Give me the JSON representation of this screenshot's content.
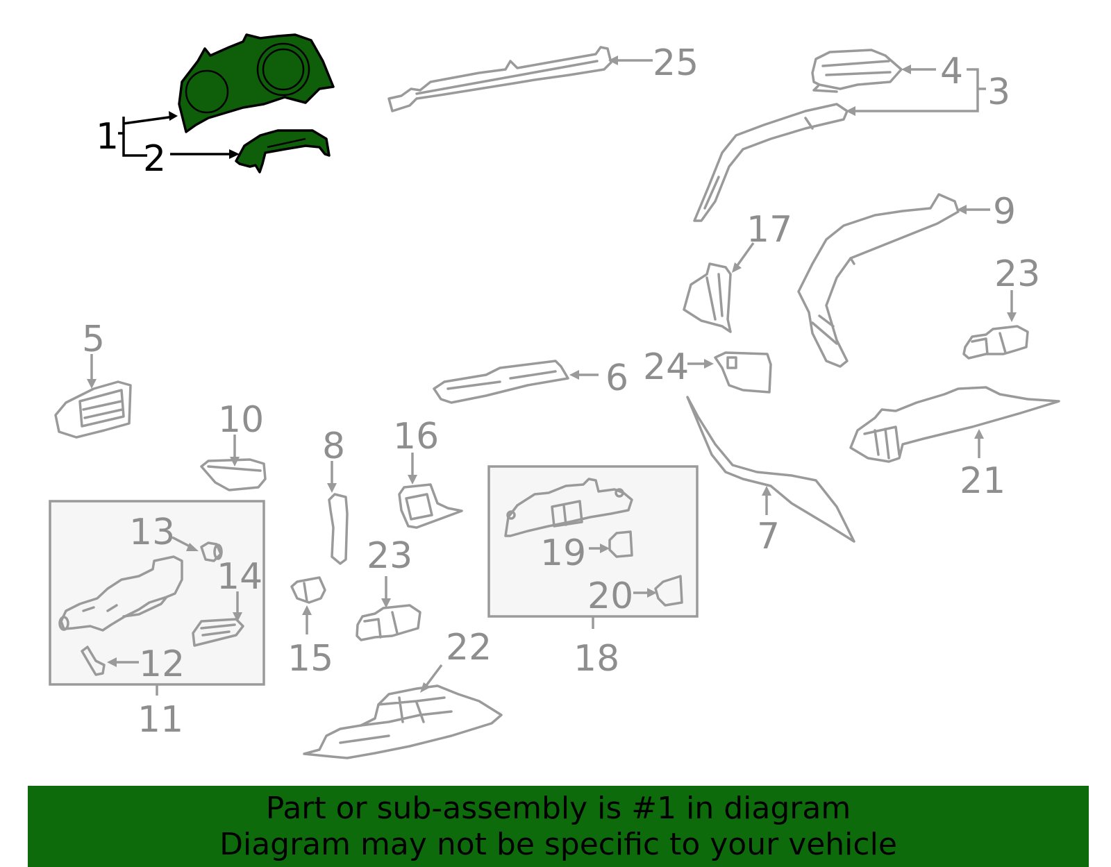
{
  "colors": {
    "highlight_fill": "#0e5e0a",
    "banner_background": "#0e6b0c",
    "part_outline": "#9a9a9a",
    "callout_text": "#8e8e8e"
  },
  "callouts": {
    "c1": "1",
    "c2": "2",
    "c3": "3",
    "c4": "4",
    "c5": "5",
    "c6": "6",
    "c7": "7",
    "c8": "8",
    "c9": "9",
    "c10": "10",
    "c11": "11",
    "c12": "12",
    "c13": "13",
    "c14": "14",
    "c15": "15",
    "c16": "16",
    "c17": "17",
    "c18": "18",
    "c19": "19",
    "c20": "20",
    "c21": "21",
    "c22": "22",
    "c23a": "23",
    "c23b": "23",
    "c24": "24",
    "c25": "25"
  },
  "banner": {
    "line1": "Part or sub-assembly is #1 in diagram",
    "line2": "Diagram may not be specific to your vehicle"
  }
}
